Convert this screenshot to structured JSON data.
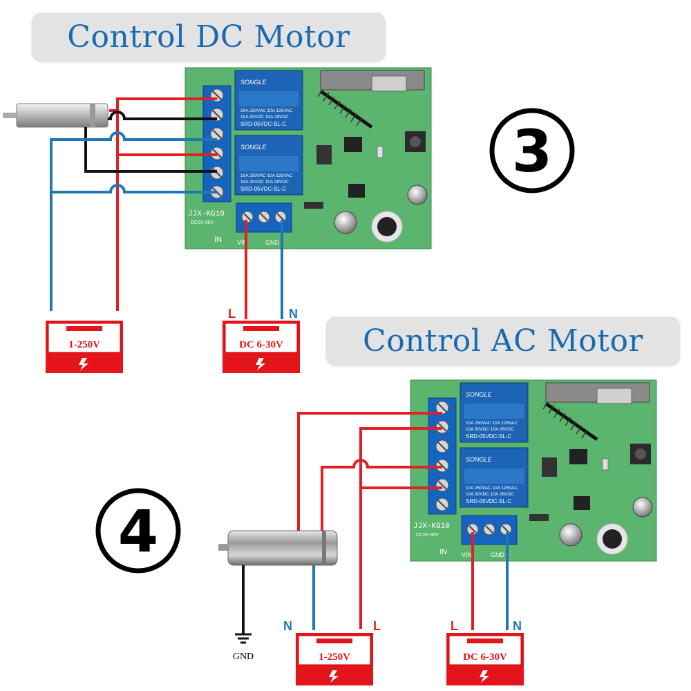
{
  "diagram_3": {
    "title": "Control DC Motor",
    "badge": "③",
    "board": {
      "model": "JJX-KG10",
      "voltage": "DC5V-30V",
      "relay_brand": "SONGLE",
      "relay_line1": "10A 250VAC  10A 125VAC",
      "relay_line2": "10A 30VDC  10A 28VDC",
      "relay_model": "SRD-05VDC-SL-C",
      "in_label": "IN",
      "vin_label": "VIN",
      "gnd_label": "GND"
    },
    "supply_left": {
      "label": "1-250V"
    },
    "supply_right": {
      "label": "DC 6-30V",
      "l_label": "L",
      "n_label": "N"
    }
  },
  "diagram_4": {
    "title": "Control AC Motor",
    "badge": "④",
    "board": {
      "model": "JJX-KG10",
      "voltage": "DC5V-30V",
      "relay_brand": "SONGLE",
      "relay_line1": "10A 250VAC  10A 125VAC",
      "relay_line2": "10A 30VDC  10A 28VDC",
      "relay_model": "SRD-05VDC-SL-C",
      "in_label": "IN",
      "vin_label": "VIN",
      "gnd_label": "GND"
    },
    "supply_left": {
      "label": "1-250V",
      "n_label": "N",
      "l_label": "L"
    },
    "supply_right": {
      "label": "DC 6-30V",
      "l_label": "L",
      "n_label": "N"
    },
    "ground_label": "GND"
  },
  "colors": {
    "wire_red": "#e21e26",
    "wire_blue": "#1f78b4",
    "wire_black": "#111111",
    "board_green": "#5bb56e",
    "terminal_blue": "#1565c0",
    "relay_blue": "#1e64b4",
    "supply_red": "#e4141b",
    "title_blue": "#1b6ab0"
  },
  "icons": [
    "lightning-icon",
    "ground-icon",
    "motor-icon",
    "antenna-icon",
    "screw-icon"
  ]
}
